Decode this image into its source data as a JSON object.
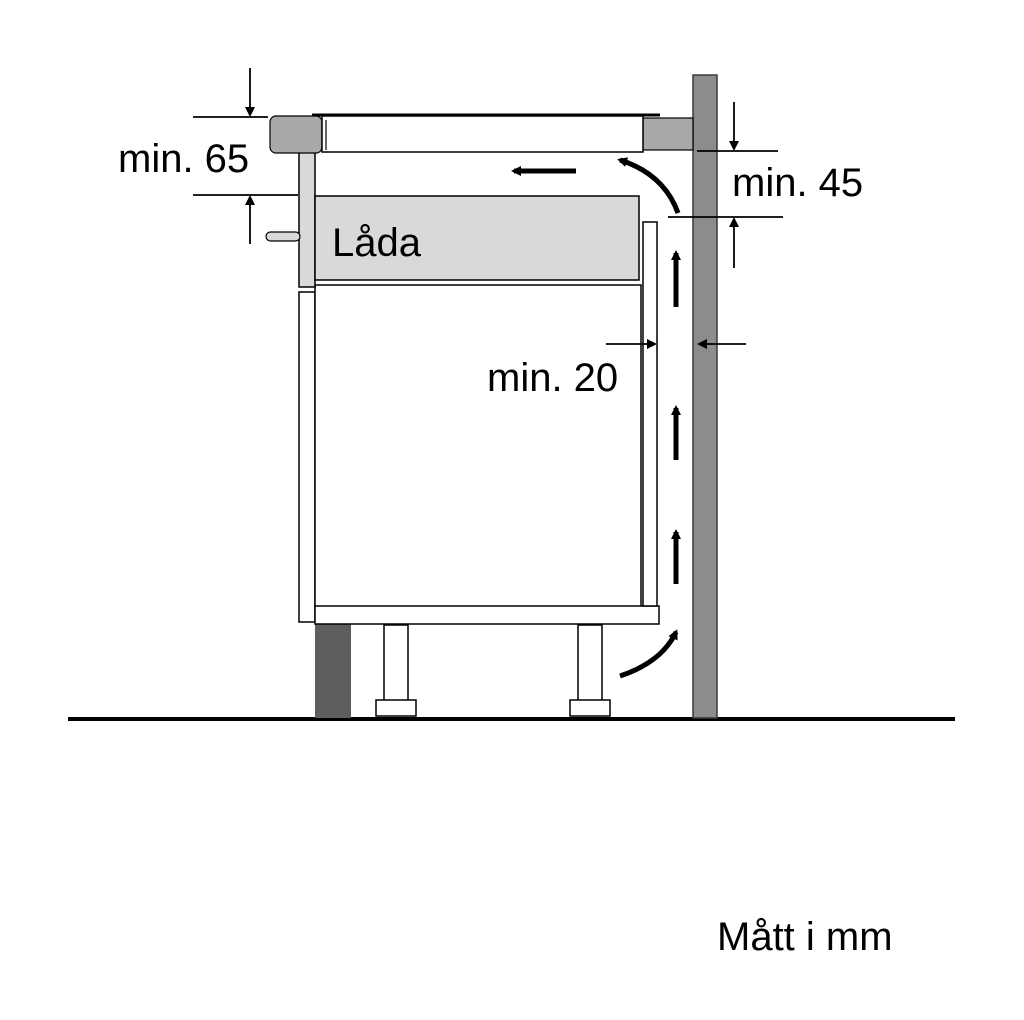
{
  "labels": {
    "min_65": "min. 65",
    "min_45": "min. 45",
    "min_20": "min. 20",
    "drawer": "Låda",
    "units": "Mått i mm"
  },
  "colors": {
    "line": "#000000",
    "wall": "#8c8c8c",
    "wall_border": "#3a3a3a",
    "plinth": "#5e5e5e",
    "drawer_fill": "#d9d9d9",
    "hob_edge": "#a8a8a8",
    "cabinet_fill": "#ffffff"
  },
  "icons": {
    "airflow_arrow": "arrow-up-icon",
    "airflow_curve": "curved-arrow-icon",
    "dimension_arrow": "dimension-arrow-icon"
  }
}
